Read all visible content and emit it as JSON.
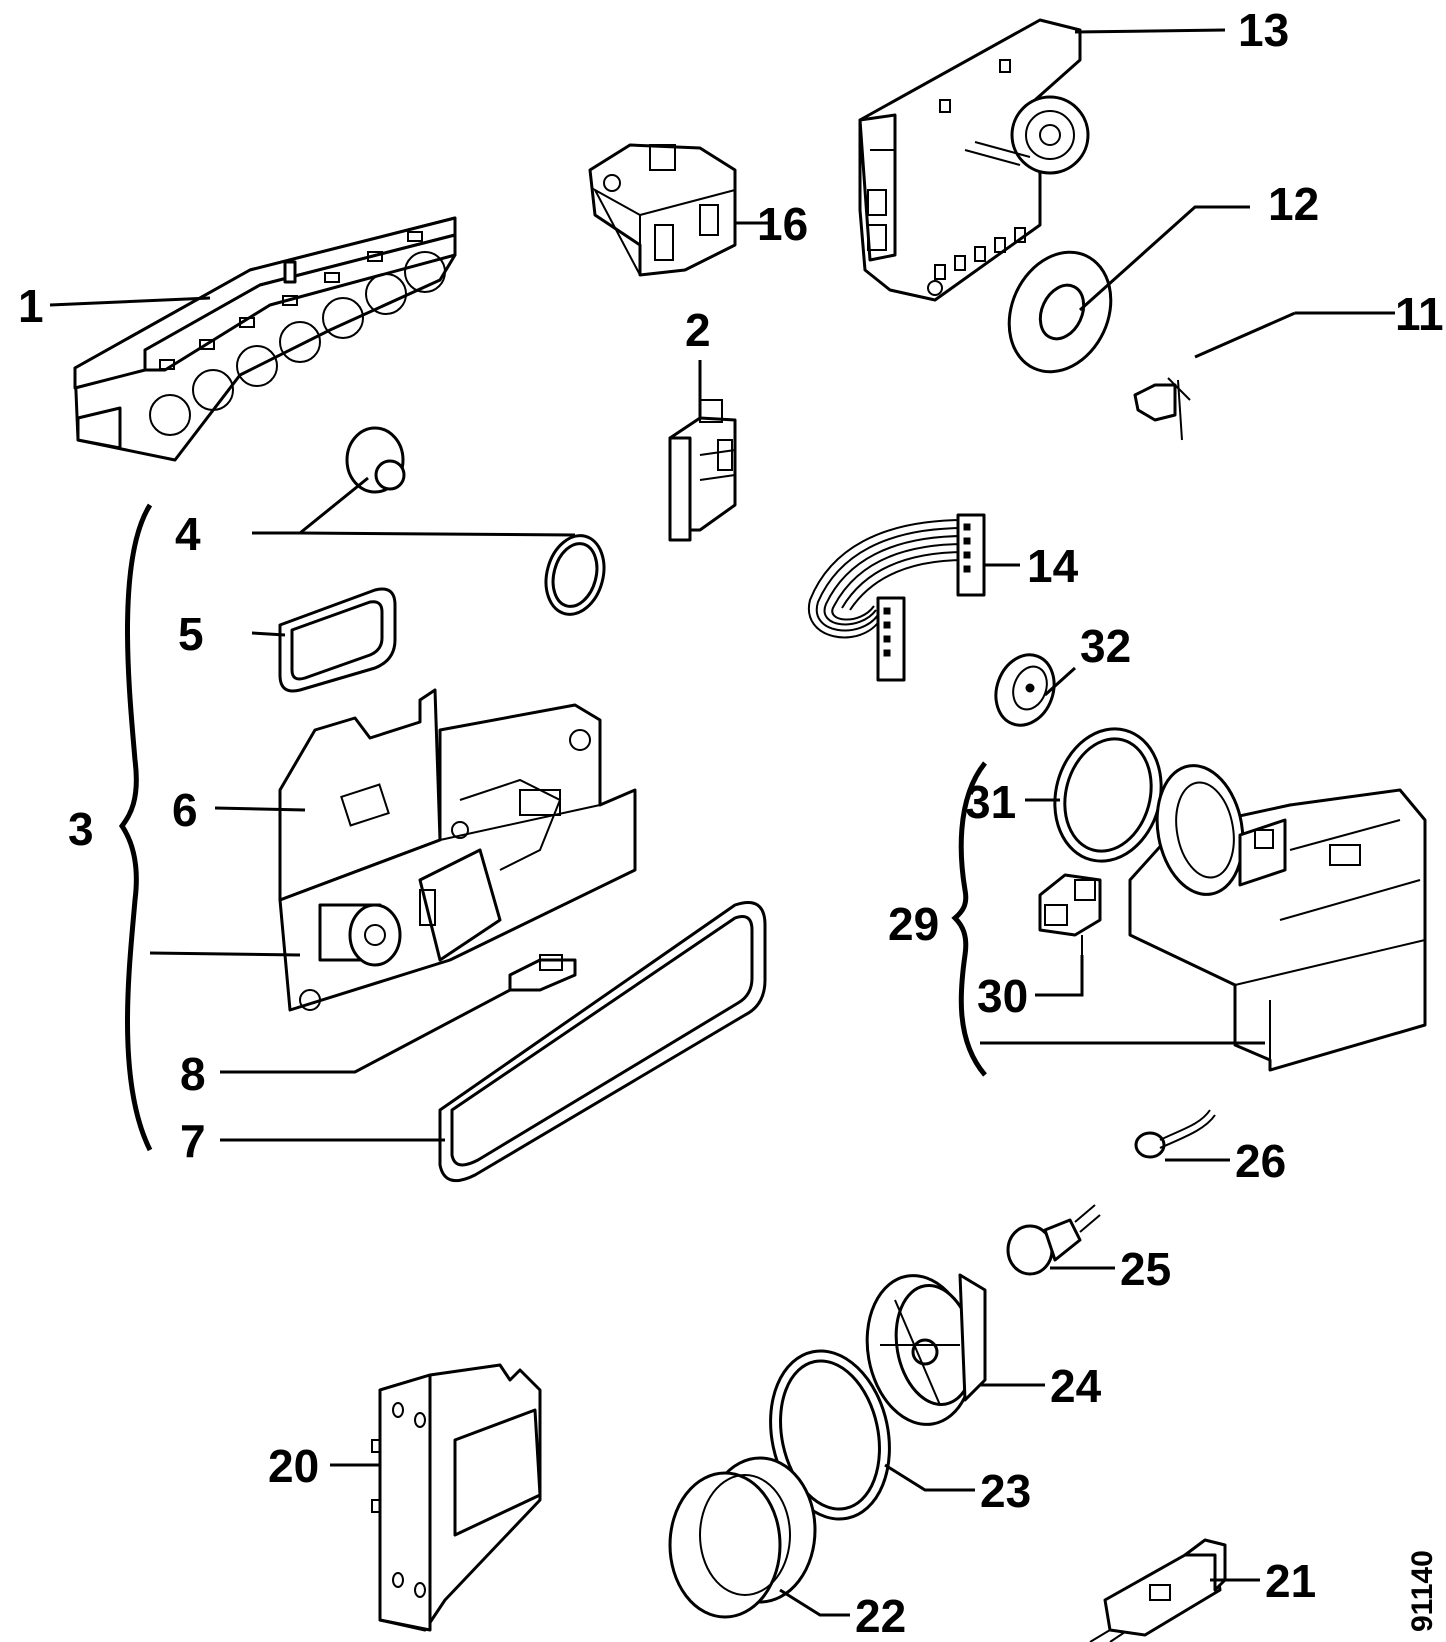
{
  "diagram_code": "91140",
  "callouts": [
    "1",
    "2",
    "3",
    "4",
    "5",
    "6",
    "7",
    "8",
    "11",
    "12",
    "13",
    "14",
    "16",
    "20",
    "21",
    "22",
    "23",
    "24",
    "25",
    "26",
    "29",
    "30",
    "31",
    "32"
  ]
}
